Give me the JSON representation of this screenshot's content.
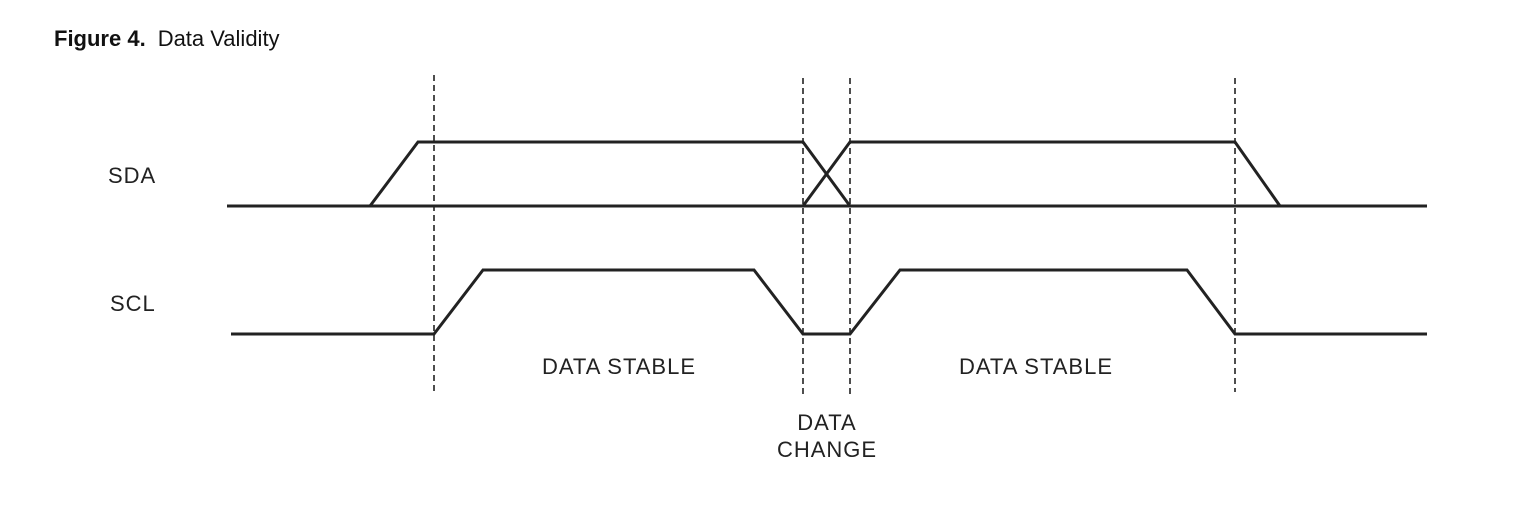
{
  "figure": {
    "number": "Figure 4.",
    "title": "Data Validity"
  },
  "signals": {
    "sda": "SDA",
    "scl": "SCL"
  },
  "annotations": {
    "stable_1": "DATA STABLE",
    "stable_2": "DATA STABLE",
    "change_line1": "DATA",
    "change_line2": "CHANGE"
  },
  "colors": {
    "line": "#222222"
  }
}
